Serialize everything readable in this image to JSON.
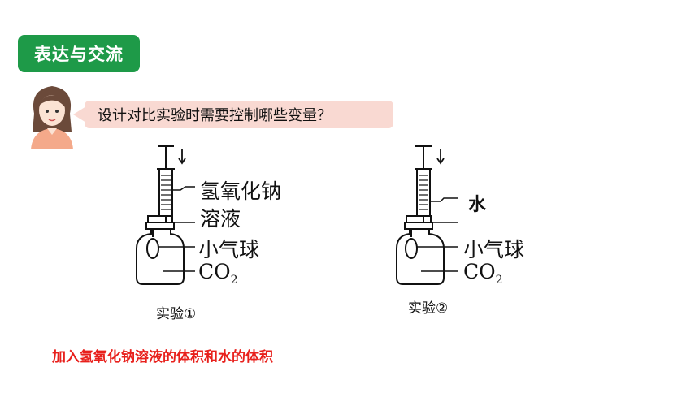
{
  "badge": {
    "label": "表达与交流"
  },
  "question": {
    "text": "设计对比实验时需要控制哪些变量？"
  },
  "experiment1": {
    "label_reagent_line1": "氢氧化钠",
    "label_reagent_line2": "溶液",
    "label_balloon": "小气球",
    "label_gas": "CO",
    "label_gas_sub": "2",
    "caption": "实验①"
  },
  "experiment2": {
    "label_reagent": "水",
    "label_balloon": "小气球",
    "label_gas": "CO",
    "label_gas_sub": "2",
    "caption": "实验②"
  },
  "answer": {
    "text": "加入氢氧化钠溶液的体积和水的体积"
  },
  "colors": {
    "badge_bg": "#1e9a48",
    "bubble_bg": "#f9d9d2",
    "answer": "#e8201c",
    "line": "#111111"
  }
}
